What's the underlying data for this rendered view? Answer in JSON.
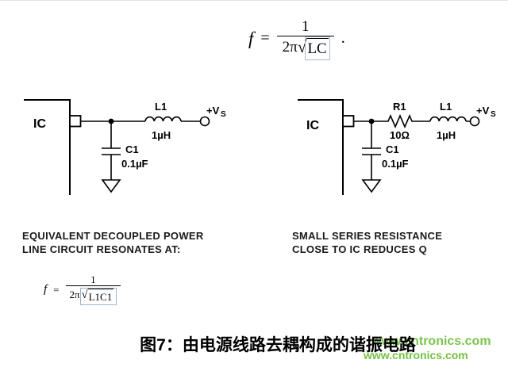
{
  "formula_top": {
    "f": "f",
    "eq": "=",
    "num": "1",
    "den_prefix": "2π",
    "sqrt": "√",
    "radicand": "LC",
    "period": "."
  },
  "circuits": {
    "left": {
      "ic": "IC",
      "cap_label": "C1",
      "cap_value": "0.1µF",
      "ind_label": "L1",
      "ind_value": "1µH",
      "supply": "+V",
      "supply_sub": "S"
    },
    "right": {
      "ic": "IC",
      "res_label": "R1",
      "res_value": "10Ω",
      "cap_label": "C1",
      "cap_value": "0.1µF",
      "ind_label": "L1",
      "ind_value": "1µH",
      "supply": "+V",
      "supply_sub": "S"
    }
  },
  "left_note": {
    "line1": "EQUIVALENT DECOUPLED POWER",
    "line2": "LINE CIRCUIT RESONATES AT:"
  },
  "right_note": {
    "line1": "SMALL SERIES RESISTANCE",
    "line2": "CLOSE TO IC REDUCES Q"
  },
  "formula_left": {
    "f": "f",
    "eq": "=",
    "num": "1",
    "den_prefix": "2π",
    "sqrt": "√",
    "radicand": "L1C1"
  },
  "caption": "图7：由电源线路去耦构成的谐振电路",
  "watermark": {
    "text": "www.cntronics.com",
    "color": "#76c043"
  }
}
